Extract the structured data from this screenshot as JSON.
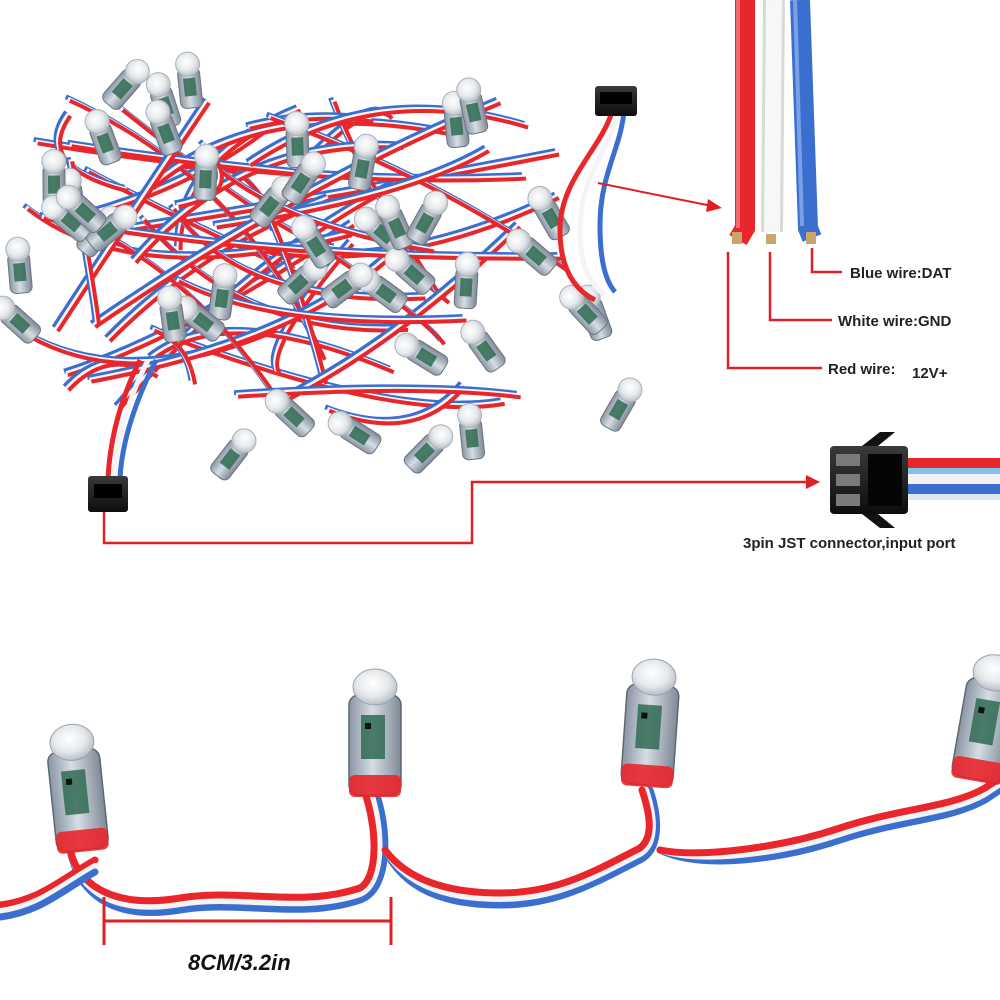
{
  "labels": {
    "blue_wire": "Blue wire:DAT",
    "white_wire": "White wire:GND",
    "red_wire": "Red wire:",
    "red_wire_voltage": "12V+",
    "connector": "3pin JST connector,input port",
    "spacing": "8CM/3.2in"
  },
  "colors": {
    "wire_red": "#e8262b",
    "wire_white": "#f4f4f4",
    "wire_blue": "#3a6fd0",
    "pointer_red": "#e01f25",
    "connector_black": "#1a1a1a",
    "module_green": "#2f6b52",
    "led_diffuser": "#e9ecef"
  },
  "icons": {
    "pixel_bundle": "led-pixel-bundle-photo",
    "wire_closeup": "three-wire-closeup",
    "jst_connector": "jst-3pin-connector",
    "pixel_chain": "led-pixel-chain-photo"
  }
}
